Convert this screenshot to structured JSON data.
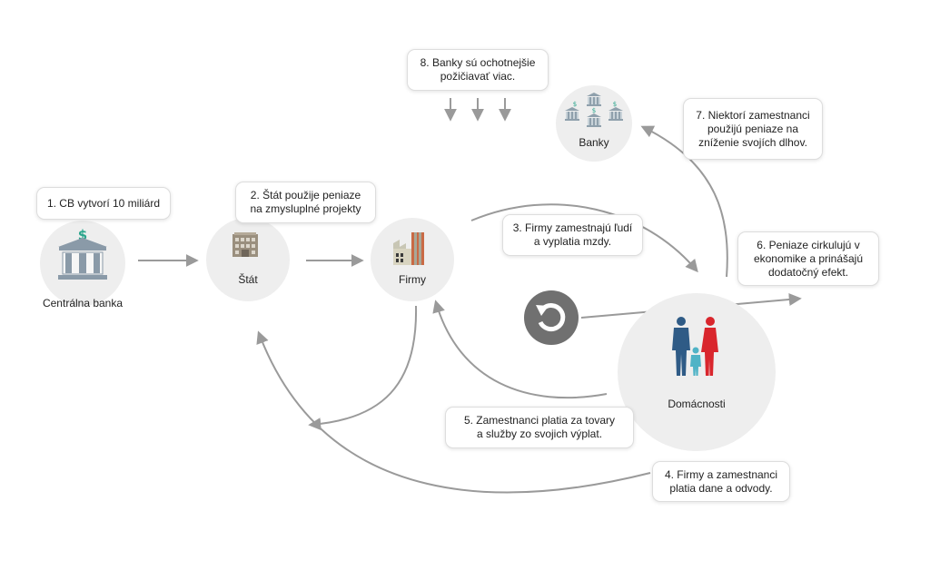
{
  "nodes": {
    "central_bank": "Centrálna banka",
    "state": "Štát",
    "firms": "Firmy",
    "households": "Domácnosti",
    "banks": "Banky"
  },
  "notes": {
    "n1": [
      "1. CB vytvorí 10 miliárd"
    ],
    "n2": [
      "2. Štát použije peniaze",
      "na zmysluplné projekty"
    ],
    "n3": [
      "3. Firmy zamestnajú ľudí",
      "a vyplatia mzdy."
    ],
    "n4": [
      "4. Firmy a zamestnanci",
      "platia dane a odvody."
    ],
    "n5": [
      "5. Zamestnanci platia za tovary",
      "a služby zo svojich výplat."
    ],
    "n6": [
      "6. Peniaze cirkulujú v",
      "ekonomike a prinášajú",
      "dodatočný efekt."
    ],
    "n7": [
      "7. Niektorí zamestnanci",
      "použijú peniaze na",
      "zníženie svojích dlhov."
    ],
    "n8": [
      "8. Banky sú ochotnejšie",
      "požičiavať viac."
    ]
  },
  "icons": {
    "central_bank": "bank-building-icon",
    "state": "government-building-icon",
    "firms": "factory-icon",
    "households": "family-icon",
    "banks": "banks-icon",
    "circulation": "circular-arrow-icon"
  },
  "colors": {
    "node_bg": "#eeeeee",
    "arrow": "#9a9a9a",
    "bank_icon": "#8a9aa8",
    "dollar": "#2aa58c",
    "family_blue": "#2f5b86",
    "family_red": "#d9262d",
    "family_teal": "#4fb3c6"
  }
}
